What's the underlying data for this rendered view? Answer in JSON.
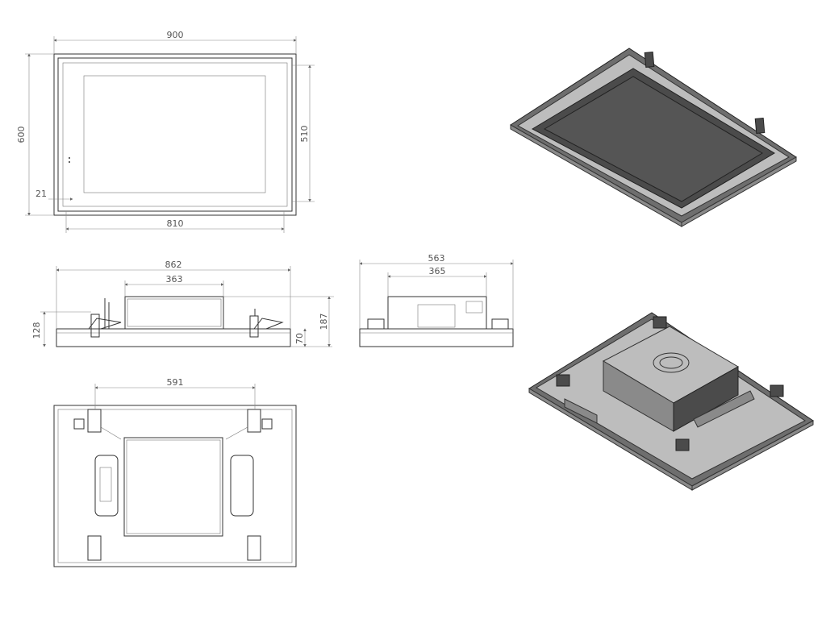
{
  "dimensions": {
    "front_width": "900",
    "front_height": "600",
    "screen_height": "510",
    "screen_width": "810",
    "bezel_offset": "21",
    "side_width": "862",
    "box_width": "363",
    "side_height_small": "128",
    "side_height_mid": "70",
    "side_height_total": "187",
    "end_width": "563",
    "end_box_width": "365",
    "rear_spacing": "591"
  }
}
